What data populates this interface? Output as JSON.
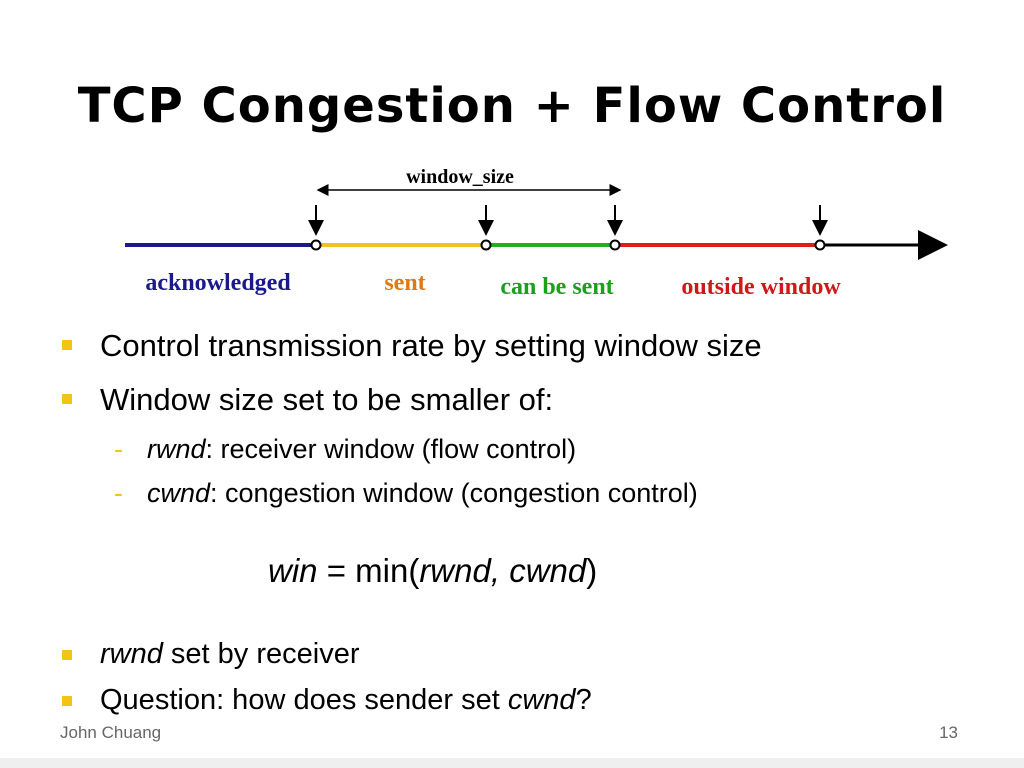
{
  "slide": {
    "title": "TCP Congestion + Flow Control",
    "footer_author": "John Chuang",
    "page_number": "13"
  },
  "diagram": {
    "window_label": "window_size",
    "segments": [
      {
        "label": "acknowledged",
        "color": "#1a1a8c"
      },
      {
        "label": "sent",
        "color": "#f0c420"
      },
      {
        "label": "can be sent",
        "color": "#22b022"
      },
      {
        "label": "outside window",
        "color": "#e01b1b"
      }
    ],
    "tail_color": "#000000",
    "label_colors": {
      "acknowledged": "#1a1a8c",
      "sent": "#e07a10",
      "can_be_sent": "#1aa01a",
      "outside_window": "#d01818"
    }
  },
  "bullets": {
    "b1": "Control transmission rate by setting window size",
    "b2": "Window size set to be smaller of:",
    "sub1_term": "rwnd",
    "sub1_rest": ": receiver window (flow control)",
    "sub2_term": "cwnd",
    "sub2_rest": ": congestion window (congestion control)",
    "b3_term": "rwnd",
    "b3_rest": " set by receiver",
    "b4_lead": "Question: how does sender set ",
    "b4_term": "cwnd",
    "b4_end": "?"
  },
  "formula": {
    "lhs": "win",
    "mid": " = min(",
    "arg1": "rwnd",
    "sep": ", ",
    "arg2": "cwnd",
    "close": ")"
  },
  "theme": {
    "bullet_color": "#f2c414",
    "footer_color": "#666666"
  }
}
